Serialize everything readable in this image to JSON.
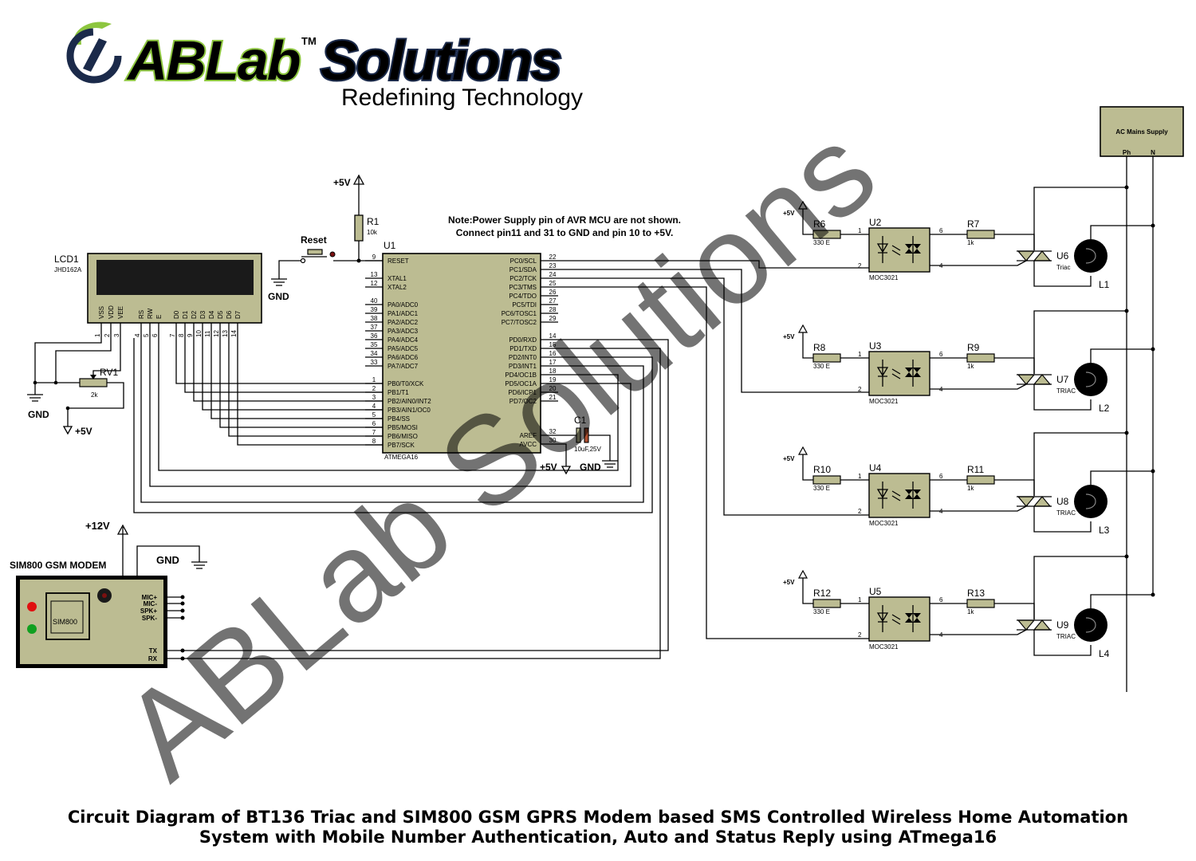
{
  "logo": {
    "brand": "ABLab",
    "tm": "TM",
    "word": "Solutions",
    "tagline": "Redefining Technology",
    "colors": {
      "green": "#8dc63f",
      "navy": "#1b2a4a"
    }
  },
  "watermark": "ABLab Solutions",
  "note": {
    "line1": "Note:Power Supply pin of AVR MCU are not shown.",
    "line2": "Connect pin11 and 31 to GND and pin 10 to +5V."
  },
  "mcu": {
    "ref": "U1",
    "part": "ATMEGA16",
    "left_pins": [
      {
        "num": "9",
        "name": "RESET"
      },
      {
        "num": "13",
        "name": "XTAL1"
      },
      {
        "num": "12",
        "name": "XTAL2"
      },
      {
        "num": "40",
        "name": "PA0/ADC0"
      },
      {
        "num": "39",
        "name": "PA1/ADC1"
      },
      {
        "num": "38",
        "name": "PA2/ADC2"
      },
      {
        "num": "37",
        "name": "PA3/ADC3"
      },
      {
        "num": "36",
        "name": "PA4/ADC4"
      },
      {
        "num": "35",
        "name": "PA5/ADC5"
      },
      {
        "num": "34",
        "name": "PA6/ADC6"
      },
      {
        "num": "33",
        "name": "PA7/ADC7"
      },
      {
        "num": "1",
        "name": "PB0/T0/XCK"
      },
      {
        "num": "2",
        "name": "PB1/T1"
      },
      {
        "num": "3",
        "name": "PB2/AIN0/INT2"
      },
      {
        "num": "4",
        "name": "PB3/AIN1/OC0"
      },
      {
        "num": "5",
        "name": "PB4/SS"
      },
      {
        "num": "6",
        "name": "PB5/MOSI"
      },
      {
        "num": "7",
        "name": "PB6/MISO"
      },
      {
        "num": "8",
        "name": "PB7/SCK"
      }
    ],
    "right_pins": [
      {
        "num": "22",
        "name": "PC0/SCL"
      },
      {
        "num": "23",
        "name": "PC1/SDA"
      },
      {
        "num": "24",
        "name": "PC2/TCK"
      },
      {
        "num": "25",
        "name": "PC3/TMS"
      },
      {
        "num": "26",
        "name": "PC4/TDO"
      },
      {
        "num": "27",
        "name": "PC5/TDI"
      },
      {
        "num": "28",
        "name": "PC6/TOSC1"
      },
      {
        "num": "29",
        "name": "PC7/TOSC2"
      },
      {
        "num": "14",
        "name": "PD0/RXD"
      },
      {
        "num": "15",
        "name": "PD1/TXD"
      },
      {
        "num": "16",
        "name": "PD2/INT0"
      },
      {
        "num": "17",
        "name": "PD3/INT1"
      },
      {
        "num": "18",
        "name": "PD4/OC1B"
      },
      {
        "num": "19",
        "name": "PD5/OC1A"
      },
      {
        "num": "20",
        "name": "PD6/ICP1"
      },
      {
        "num": "21",
        "name": "PD7/OC2"
      },
      {
        "num": "32",
        "name": "AREF"
      },
      {
        "num": "30",
        "name": "AVCC"
      }
    ]
  },
  "lcd": {
    "ref": "LCD1",
    "part": "JHD162A",
    "pin_names": [
      "VSS",
      "VDD",
      "VEE",
      "RS",
      "RW",
      "E",
      "D0",
      "D1",
      "D2",
      "D3",
      "D4",
      "D5",
      "D6",
      "D7"
    ],
    "pin_nums": [
      "1",
      "2",
      "3",
      "4",
      "5",
      "6",
      "7",
      "8",
      "9",
      "10",
      "11",
      "12",
      "13",
      "14"
    ]
  },
  "power": {
    "vcc5": "+5V",
    "vcc12": "+12V",
    "gnd": "GND"
  },
  "r1": {
    "ref": "R1",
    "value": "10k"
  },
  "reset_label": "Reset",
  "rv1": {
    "ref": "RV1",
    "value": "2k"
  },
  "c1": {
    "ref": "C1",
    "value": "10uF,25V"
  },
  "modem": {
    "title": "SIM800 GSM MODEM",
    "chip": "SIM800",
    "pins": [
      "MIC+",
      "MIC-",
      "SPK+",
      "SPK-",
      "TX",
      "RX"
    ]
  },
  "mains": {
    "title": "AC Mains Supply",
    "ph": "Ph",
    "n": "N"
  },
  "channels": [
    {
      "r_in": "R6",
      "r_in_val": "330 E",
      "opto": "U2",
      "opto_part": "MOC3021",
      "r_out": "R7",
      "r_out_val": "1k",
      "triac": "U6",
      "triac_part": "Triac",
      "load": "L1",
      "supply": "+5V"
    },
    {
      "r_in": "R8",
      "r_in_val": "330 E",
      "opto": "U3",
      "opto_part": "MOC3021",
      "r_out": "R9",
      "r_out_val": "1k",
      "triac": "U7",
      "triac_part": "TRIAC",
      "load": "L2",
      "supply": "+5V"
    },
    {
      "r_in": "R10",
      "r_in_val": "330 E",
      "opto": "U4",
      "opto_part": "MOC3021",
      "r_out": "R11",
      "r_out_val": "1k",
      "triac": "U8",
      "triac_part": "TRIAC",
      "load": "L3",
      "supply": "+5V"
    },
    {
      "r_in": "R12",
      "r_in_val": "330 E",
      "opto": "U5",
      "opto_part": "MOC3021",
      "r_out": "R13",
      "r_out_val": "1k",
      "triac": "U9",
      "triac_part": "TRIAC",
      "load": "L4",
      "supply": "+5V"
    }
  ],
  "opto_pin_nums": [
    "1",
    "2",
    "6",
    "4"
  ],
  "caption": {
    "line1": "Circuit Diagram of BT136 Triac and SIM800 GSM GPRS Modem based SMS Controlled Wireless Home Automation",
    "line2": "System with Mobile Number Authentication, Auto and Status Reply using ATmega16"
  }
}
